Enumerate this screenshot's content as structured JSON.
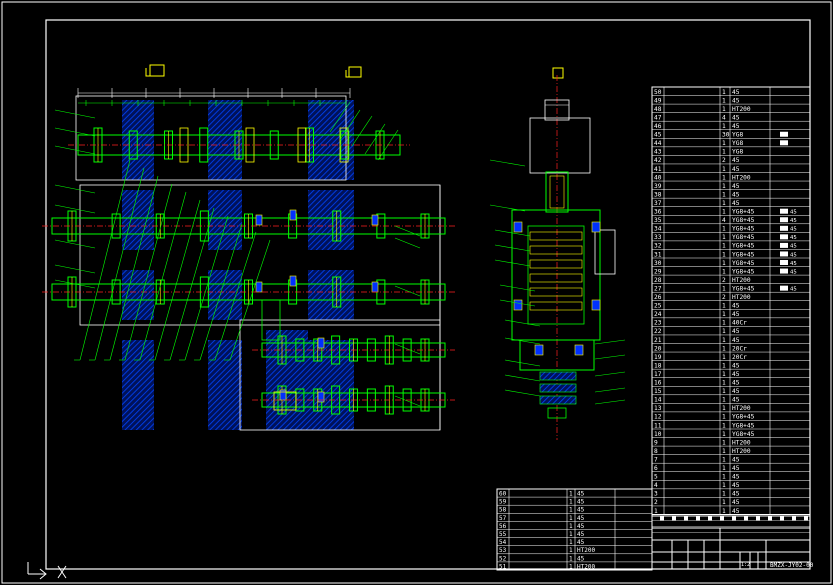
{
  "colors": {
    "background": "#000000",
    "frame": "#ffffff",
    "geometry": "#00ff00",
    "hatch": "#0044ff",
    "text": "#ffffff",
    "centerline": "#ff2020",
    "accent": "#00ffff"
  },
  "icons": {
    "ucs": "ucs-axis-icon",
    "scale_a": "view-scale-marker-icon",
    "scale_b": "view-scale-marker-icon"
  },
  "parts_list": {
    "rows": [
      {
        "no": "50",
        "name": "",
        "qty": "1",
        "material": "45"
      },
      {
        "no": "49",
        "name": "",
        "qty": "1",
        "material": "45"
      },
      {
        "no": "48",
        "name": "",
        "qty": "1",
        "material": "HT200"
      },
      {
        "no": "47",
        "name": "",
        "qty": "4",
        "material": "45"
      },
      {
        "no": "46",
        "name": "",
        "qty": "1",
        "material": "45"
      },
      {
        "no": "45",
        "name": "",
        "qty": "30",
        "material": "YG8"
      },
      {
        "no": "44",
        "name": "",
        "qty": "1",
        "material": "YG8"
      },
      {
        "no": "43",
        "name": "",
        "qty": "1",
        "material": "YG8"
      },
      {
        "no": "42",
        "name": "",
        "qty": "2",
        "material": "45"
      },
      {
        "no": "41",
        "name": "",
        "qty": "1",
        "material": "45"
      },
      {
        "no": "40",
        "name": "",
        "qty": "1",
        "material": "HT200"
      },
      {
        "no": "39",
        "name": "",
        "qty": "1",
        "material": "45"
      },
      {
        "no": "38",
        "name": "",
        "qty": "1",
        "material": "45"
      },
      {
        "no": "37",
        "name": "",
        "qty": "1",
        "material": "45"
      },
      {
        "no": "36",
        "name": "",
        "qty": "1",
        "material": "YG8+45"
      },
      {
        "no": "35",
        "name": "",
        "qty": "4",
        "material": "YG8+45"
      },
      {
        "no": "34",
        "name": "",
        "qty": "1",
        "material": "YG8+45"
      },
      {
        "no": "33",
        "name": "",
        "qty": "1",
        "material": "YG8+45"
      },
      {
        "no": "32",
        "name": "",
        "qty": "1",
        "material": "YG8+45"
      },
      {
        "no": "31",
        "name": "",
        "qty": "1",
        "material": "YG8+45"
      },
      {
        "no": "30",
        "name": "",
        "qty": "1",
        "material": "YG8+45"
      },
      {
        "no": "29",
        "name": "",
        "qty": "1",
        "material": "YG8+45"
      },
      {
        "no": "28",
        "name": "",
        "qty": "2",
        "material": "HT200"
      },
      {
        "no": "27",
        "name": "",
        "qty": "1",
        "material": "YG8+45"
      },
      {
        "no": "26",
        "name": "",
        "qty": "2",
        "material": "HT200"
      },
      {
        "no": "25",
        "name": "",
        "qty": "1",
        "material": "45"
      },
      {
        "no": "24",
        "name": "",
        "qty": "1",
        "material": "45"
      },
      {
        "no": "23",
        "name": "",
        "qty": "1",
        "material": "40Cr"
      },
      {
        "no": "22",
        "name": "",
        "qty": "1",
        "material": "45"
      },
      {
        "no": "21",
        "name": "",
        "qty": "1",
        "material": "45"
      },
      {
        "no": "20",
        "name": "",
        "qty": "1",
        "material": "20Cr"
      },
      {
        "no": "19",
        "name": "",
        "qty": "1",
        "material": "20Cr"
      },
      {
        "no": "18",
        "name": "",
        "qty": "1",
        "material": "45"
      },
      {
        "no": "17",
        "name": "",
        "qty": "1",
        "material": "45"
      },
      {
        "no": "16",
        "name": "",
        "qty": "1",
        "material": "45"
      },
      {
        "no": "15",
        "name": "",
        "qty": "1",
        "material": "45"
      },
      {
        "no": "14",
        "name": "",
        "qty": "1",
        "material": "45"
      },
      {
        "no": "13",
        "name": "",
        "qty": "1",
        "material": "HT200"
      },
      {
        "no": "12",
        "name": "",
        "qty": "1",
        "material": "YG8+45"
      },
      {
        "no": "11",
        "name": "",
        "qty": "1",
        "material": "YG8+45"
      },
      {
        "no": "10",
        "name": "",
        "qty": "1",
        "material": "YG8+45"
      },
      {
        "no": "9",
        "name": "",
        "qty": "1",
        "material": "HT200"
      },
      {
        "no": "8",
        "name": "",
        "qty": "1",
        "material": "HT200"
      },
      {
        "no": "7",
        "name": "",
        "qty": "1",
        "material": "45"
      },
      {
        "no": "6",
        "name": "",
        "qty": "1",
        "material": "45"
      },
      {
        "no": "5",
        "name": "",
        "qty": "1",
        "material": "45"
      },
      {
        "no": "4",
        "name": "",
        "qty": "1",
        "material": "45"
      },
      {
        "no": "3",
        "name": "",
        "qty": "1",
        "material": "45"
      },
      {
        "no": "2",
        "name": "",
        "qty": "1",
        "material": "45"
      },
      {
        "no": "1",
        "name": "",
        "qty": "1",
        "material": "45"
      }
    ],
    "side_notes": [
      {
        "row": "45",
        "text": ""
      },
      {
        "row": "44",
        "text": ""
      },
      {
        "row": "36",
        "text": "45"
      },
      {
        "row": "35",
        "text": "45"
      },
      {
        "row": "34",
        "text": "45"
      },
      {
        "row": "33",
        "text": "45"
      },
      {
        "row": "32",
        "text": "45"
      },
      {
        "row": "31",
        "text": "45"
      },
      {
        "row": "30",
        "text": "45"
      },
      {
        "row": "29",
        "text": "45"
      },
      {
        "row": "27",
        "text": "45"
      }
    ]
  },
  "sub_list": {
    "rows": [
      {
        "no": "60",
        "name": "",
        "qty": "1",
        "material": "45"
      },
      {
        "no": "59",
        "name": "",
        "qty": "1",
        "material": "45"
      },
      {
        "no": "58",
        "name": "",
        "qty": "1",
        "material": "45"
      },
      {
        "no": "57",
        "name": "",
        "qty": "1",
        "material": "45"
      },
      {
        "no": "56",
        "name": "",
        "qty": "1",
        "material": "45"
      },
      {
        "no": "55",
        "name": "",
        "qty": "1",
        "material": "45"
      },
      {
        "no": "54",
        "name": "",
        "qty": "1",
        "material": "45"
      },
      {
        "no": "53",
        "name": "",
        "qty": "1",
        "material": "HT200"
      },
      {
        "no": "52",
        "name": "",
        "qty": "1",
        "material": "45"
      },
      {
        "no": "51",
        "name": "",
        "qty": "1",
        "material": "HT200"
      }
    ]
  },
  "title_block": {
    "drawing_title": "",
    "scale": "1:2",
    "drawing_number": "BMZX-JY02-00"
  }
}
